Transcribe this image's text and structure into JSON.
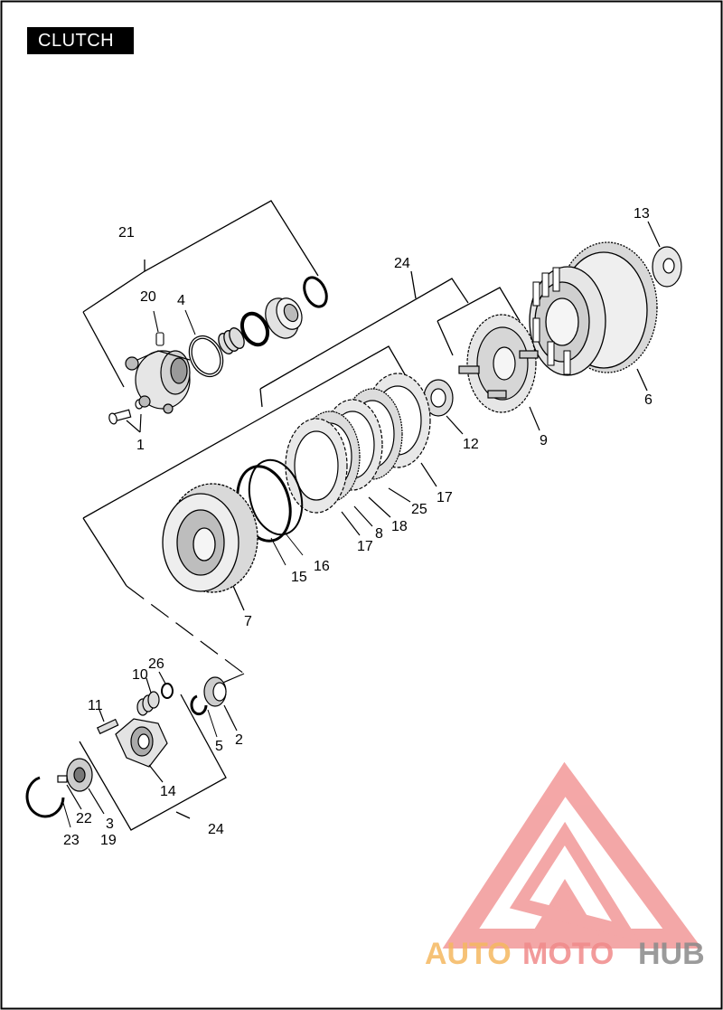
{
  "header": {
    "title": "CLUTCH"
  },
  "callouts": {
    "c1": "1",
    "c2": "2",
    "c3": "3",
    "c4": "4",
    "c5": "5",
    "c6": "6",
    "c7": "7",
    "c8": "8",
    "c9": "9",
    "c10": "10",
    "c11": "11",
    "c12": "12",
    "c13": "13",
    "c14": "14",
    "c15": "15",
    "c16": "16",
    "c17a": "17",
    "c17b": "17",
    "c18": "18",
    "c19": "19",
    "c20": "20",
    "c21": "21",
    "c22": "22",
    "c23": "23",
    "c24a": "24",
    "c24b": "24",
    "c25": "25",
    "c26": "26"
  },
  "watermark": {
    "part1": "AUTO",
    "part2": "MOTO",
    "part3": "HUB"
  },
  "colors": {
    "frame": "#000000",
    "watermark_red": "#f08a8a",
    "watermark_orange": "#f5b860",
    "watermark_gray": "#8a8a8a"
  }
}
